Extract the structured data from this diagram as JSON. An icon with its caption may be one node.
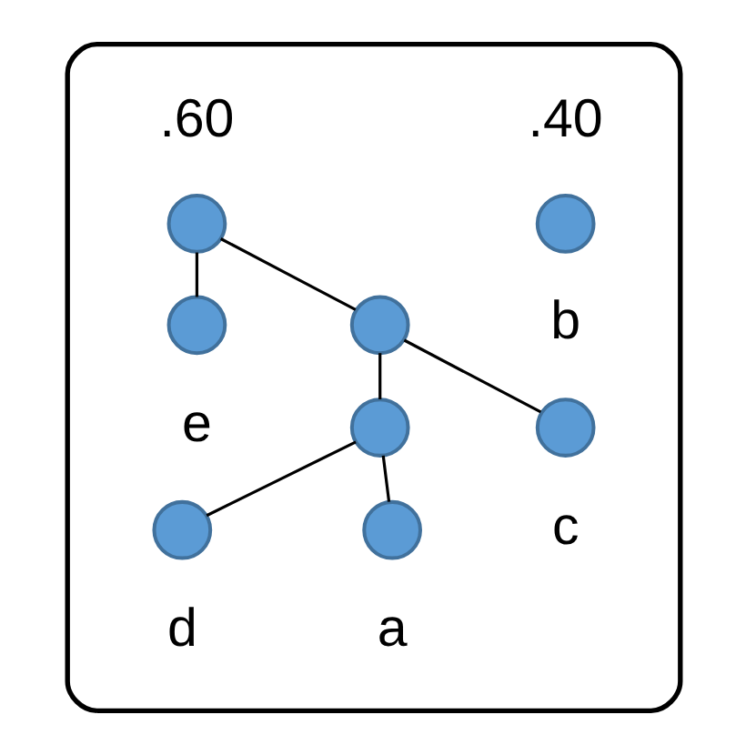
{
  "diagram": {
    "nodes": [
      {
        "text": [],
        "shape": "box"
      },
      {
        "text": [],
        "shape": "circle",
        "in": 0,
        "beside": [
          ".60"
        ]
      },
      {
        "text": [],
        "shape": "circle",
        "in": 0,
        "beside": [
          ".40",
          "b"
        ]
      },
      {
        "text": [],
        "shape": "circle",
        "in": 0,
        "beside": [
          "e"
        ]
      },
      {
        "text": [],
        "shape": "circle",
        "in": 0
      },
      {
        "text": [],
        "shape": "circle",
        "in": 0,
        "beside": [
          "c"
        ]
      },
      {
        "text": [],
        "shape": "circle",
        "in": 0
      },
      {
        "text": [],
        "shape": "circle",
        "in": 0,
        "beside": [
          "d"
        ]
      },
      {
        "text": [],
        "shape": "circle",
        "in": 0,
        "beside": [
          "a"
        ]
      }
    ],
    "edges": [
      {
        "from": 1,
        "to": 3,
        "arrow": "none"
      },
      {
        "from": 1,
        "to": 4,
        "arrow": "none"
      },
      {
        "from": 4,
        "to": 5,
        "arrow": "none"
      },
      {
        "from": 4,
        "to": 6,
        "arrow": "none"
      },
      {
        "from": 6,
        "to": 7,
        "arrow": "none"
      },
      {
        "from": 6,
        "to": 8,
        "arrow": "none"
      }
    ]
  }
}
